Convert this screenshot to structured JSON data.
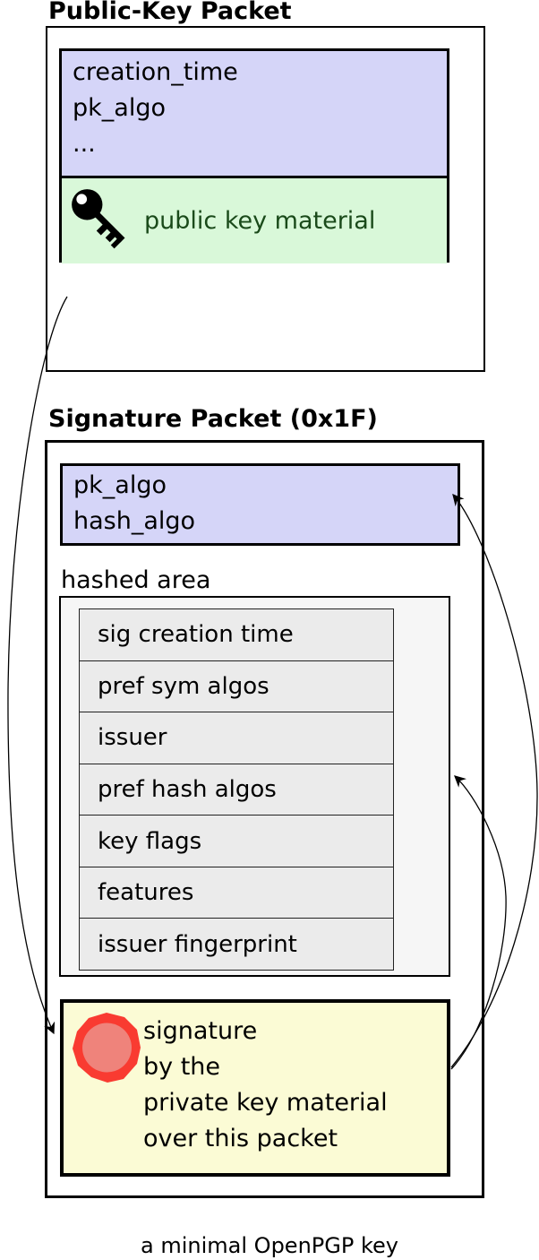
{
  "diagram": {
    "caption": "a minimal OpenPGP key",
    "public_key_packet": {
      "title": "Public-Key Packet",
      "fields": [
        "creation_time",
        "pk_algo",
        "..."
      ],
      "key_material_label": "public key material",
      "key_icon": "key-icon"
    },
    "signature_packet": {
      "title": "Signature Packet (0x1F)",
      "fields": [
        "pk_algo",
        "hash_algo"
      ],
      "hashed_area_label": "hashed area",
      "subpackets": [
        "sig creation time",
        "pref sym algos",
        "issuer",
        "pref hash algos",
        "key flags",
        "features",
        "issuer fingerprint"
      ],
      "signature_text": [
        "signature",
        "by the",
        "private key material",
        "over this packet"
      ],
      "seal_icon": "wax-seal-icon"
    },
    "arrows": [
      "public-key-packet-to-signature",
      "signature-to-signature-fields",
      "signature-to-hashed-area"
    ],
    "colors": {
      "outline": "#000000",
      "field_fill": "#d5d5f8",
      "key_material_fill": "#d9f8d9",
      "key_material_text": "#1a4a1a",
      "hashed_area_fill": "#f6f6f6",
      "subpacket_fill": "#ebebeb",
      "signature_fill": "#fbfbd5",
      "seal_outer": "#f93b31",
      "seal_inner": "#ef837b"
    }
  }
}
